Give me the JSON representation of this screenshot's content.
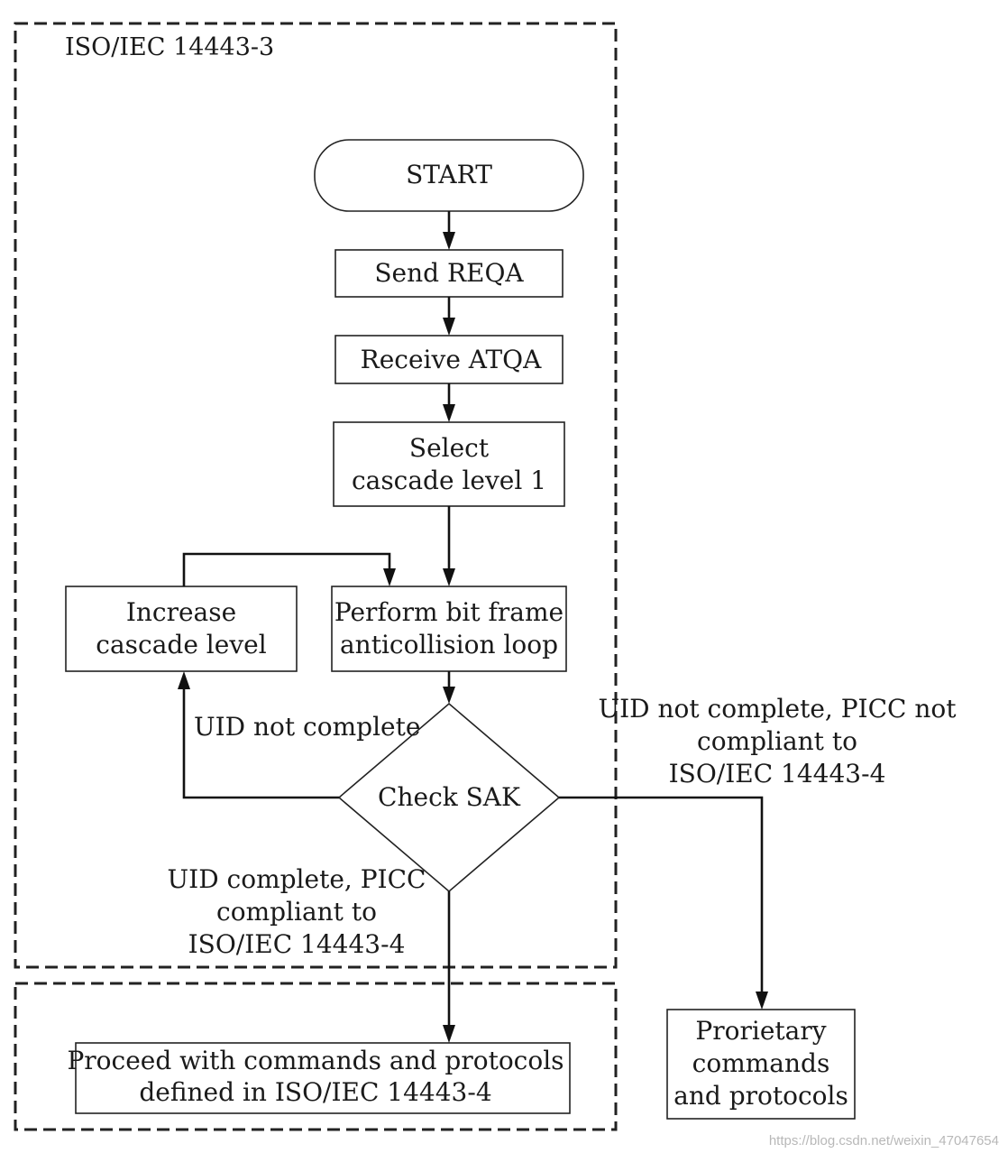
{
  "regions": {
    "iso_14443_3_label": "ISO/IEC 14443-3"
  },
  "nodes": {
    "start": "START",
    "send_reqa": "Send REQA",
    "receive_atqa": "Receive ATQA",
    "select_cascade": [
      "Select",
      "cascade level 1"
    ],
    "increase_cascade": [
      "Increase",
      "cascade level"
    ],
    "anticollision": [
      "Perform bit frame",
      "anticollision loop"
    ],
    "check_sak": "Check SAK",
    "proceed_14443_4": [
      "Proceed with commands and protocols",
      "defined in ISO/IEC 14443-4"
    ],
    "proprietary": [
      "Prorietary",
      "commands",
      "and protocols"
    ]
  },
  "edge_labels": {
    "uid_not_complete": "UID not complete",
    "uid_not_complete_noncompliant": [
      "UID not complete, PICC not",
      "compliant to",
      "ISO/IEC 14443-4"
    ],
    "uid_complete_compliant": [
      "UID complete, PICC",
      "compliant to",
      "ISO/IEC 14443-4"
    ]
  },
  "watermark": "https://blog.csdn.net/weixin_47047654"
}
